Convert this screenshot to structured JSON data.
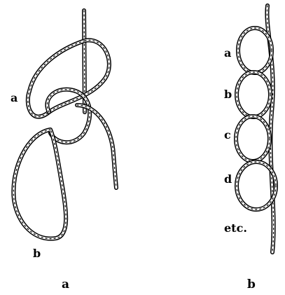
{
  "figure_a": {
    "point_labels": [
      "a",
      "b"
    ],
    "caption": "a"
  },
  "figure_b": {
    "point_labels": [
      "a",
      "b",
      "c",
      "d"
    ],
    "continuation": "etc.",
    "caption": "b"
  }
}
